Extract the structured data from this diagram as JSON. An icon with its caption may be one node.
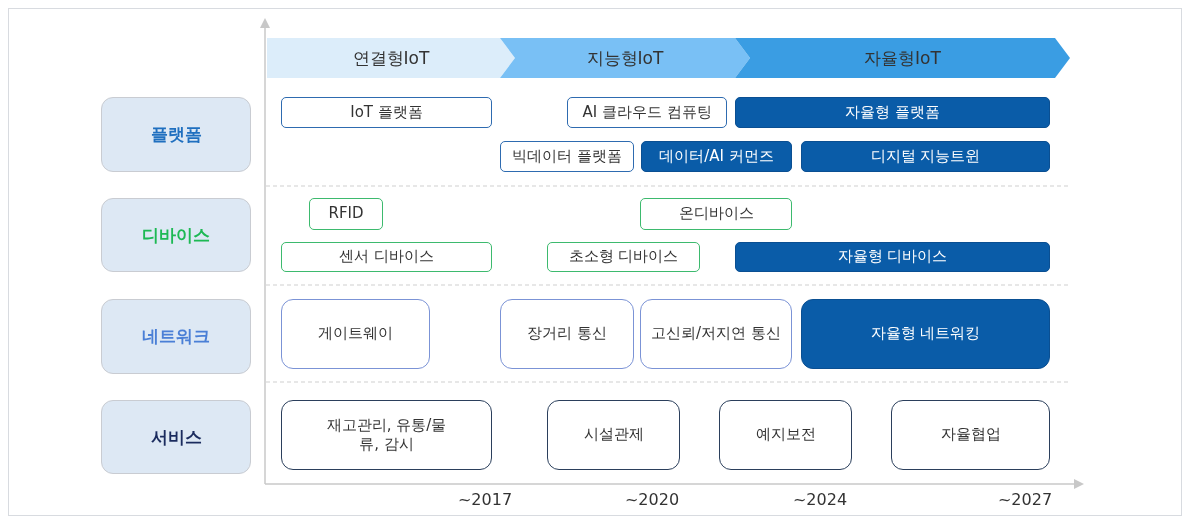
{
  "diagram": {
    "nodes": [
      {
        "text": [
          "연결형IoT"
        ]
      },
      {
        "text": [
          "지능형IoT"
        ]
      },
      {
        "text": [
          "자율형IoT"
        ]
      },
      {
        "text": [
          "플랫폼"
        ]
      },
      {
        "text": [
          "IoT 플랫폼"
        ]
      },
      {
        "text": [
          "AI 클라우드 컴퓨팅"
        ]
      },
      {
        "text": [
          "자율형 플랫폼"
        ]
      },
      {
        "text": [
          "빅데이터 플랫폼"
        ]
      },
      {
        "text": [
          "데이터/AI 커먼즈"
        ]
      },
      {
        "text": [
          "디지털 지능트윈"
        ]
      },
      {
        "text": [
          "디바이스"
        ]
      },
      {
        "text": [
          "RFID"
        ]
      },
      {
        "text": [
          "온디바이스"
        ]
      },
      {
        "text": [
          "센서 디바이스"
        ]
      },
      {
        "text": [
          "초소형 디바이스"
        ]
      },
      {
        "text": [
          "자율형 디바이스"
        ]
      },
      {
        "text": [
          "네트워크"
        ]
      },
      {
        "text": [
          "게이트웨이"
        ]
      },
      {
        "text": [
          "장거리 통신"
        ]
      },
      {
        "text": [
          "고신뢰/저지연 통신"
        ]
      },
      {
        "text": [
          "자율형 네트워킹"
        ]
      },
      {
        "text": [
          "서비스"
        ]
      },
      {
        "text": [
          "재고관리, 유통/물류, 감시"
        ]
      },
      {
        "text": [
          "시설관제"
        ]
      },
      {
        "text": [
          "예지보전"
        ]
      },
      {
        "text": [
          "자율협업"
        ]
      }
    ],
    "labels": [
      "~2017",
      "~2020",
      "~2024",
      "~2027"
    ]
  }
}
